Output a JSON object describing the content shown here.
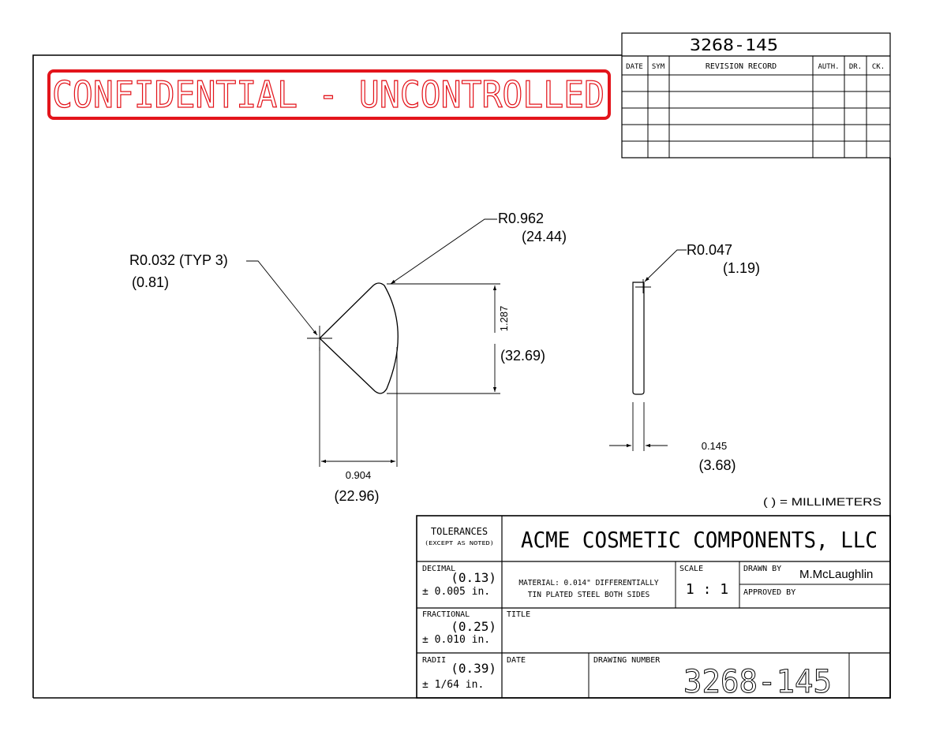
{
  "revision_block": {
    "drawing_number": "3268-145",
    "headers": {
      "date": "DATE",
      "sym": "SYM",
      "record": "REVISION RECORD",
      "auth": "AUTH.",
      "dr": "DR.",
      "ck": "CK."
    }
  },
  "stamp": {
    "text": "CONFIDENTIAL - UNCONTROLLED",
    "color": "#e3141b"
  },
  "dimensions": {
    "r_small": "R0.032 (TYP 3)",
    "r_small_mm": "(0.81)",
    "r_large": "R0.962",
    "r_large_mm": "(24.44)",
    "height": "1.287",
    "height_mm": "(32.69)",
    "width": "0.904",
    "width_mm": "(22.96)",
    "r_edge": "R0.047",
    "r_edge_mm": "(1.19)",
    "thickness": "0.145",
    "thickness_mm": "(3.68)"
  },
  "units_note": "( ) = MILLIMETERS",
  "title_block": {
    "tolerances": "TOLERANCES",
    "except_noted": "(EXCEPT AS NOTED)",
    "company": "ACME COSMETIC COMPONENTS, LLC",
    "decimal_label": "DECIMAL",
    "decimal_mm": "(0.13)",
    "decimal_value": "± 0.005 in.",
    "material_line1": "MATERIAL: 0.014\" DIFFERENTIALLY",
    "material_line2": "TIN PLATED STEEL BOTH SIDES",
    "scale_label": "SCALE",
    "scale_value": "1 : 1",
    "drawn_by_label": "DRAWN BY",
    "drawn_by_value": "M.McLaughlin",
    "approved_by_label": "APPROVED BY",
    "fractional_label": "FRACTIONAL",
    "fractional_mm": "(0.25)",
    "fractional_value": "± 0.010 in.",
    "title_label": "TITLE",
    "radii_label": "RADII",
    "radii_mm": "(0.39)",
    "radii_value": "± 1/64 in.",
    "date_label": "DATE",
    "drawing_number_label": "DRAWING NUMBER",
    "drawing_number": "3268-145"
  }
}
